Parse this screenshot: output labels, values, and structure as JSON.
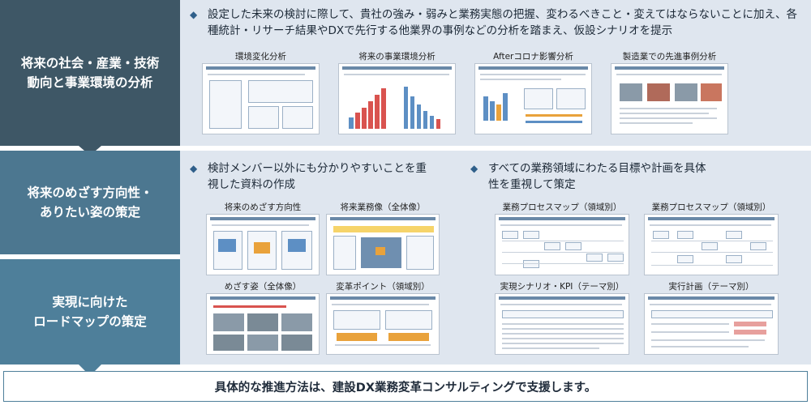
{
  "steps": [
    {
      "label": "将来の社会・産業・技術\n動向と事業環境の分析"
    },
    {
      "label": "将来のめざす方向性・\nありたい姿の策定"
    },
    {
      "label": "実現に向けた\nロードマップの策定"
    }
  ],
  "section1": {
    "bullet": "設定した未来の検討に際して、貴社の強み・弱みと業務実態の把握、変わるべきこと・変えてはならないことに加え、各種統計・リサーチ結果やDXで先行する他業界の事例などの分析を踏まえ、仮設シナリオを提示",
    "thumbs": [
      "環境変化分析",
      "将来の事業環境分析",
      "Afterコロナ影響分析",
      "製造業での先進事例分析"
    ]
  },
  "section2": {
    "bullet_left": "検討メンバー以外にも分かりやすいことを重視した資料の作成",
    "bullet_right": "すべての業務領域にわたる目標や計画を具体性を重視して策定",
    "thumbs_left": [
      "将来のめざす方向性",
      "将来業務像（全体像）",
      "めざす姿（全体像）",
      "変革ポイント（領域別）"
    ],
    "thumbs_right": [
      "業務プロセスマップ（領域別）",
      "業務プロセスマップ（領域別）",
      "実現シナリオ・KPI（テーマ別）",
      "実行計画（テーマ別）"
    ]
  },
  "banner": "具体的な推進方法は、建設DX業務変革コンサルティングで支援します。"
}
